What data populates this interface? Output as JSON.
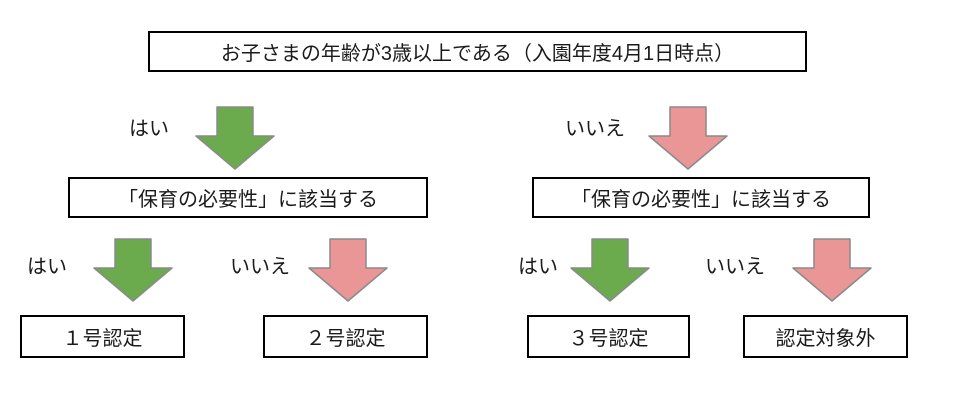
{
  "diagram": {
    "root_question": "お子さまの年齢が3歳以上である（入園年度4月1日時点）",
    "labels": {
      "yes": "はい",
      "no": "いいえ"
    },
    "level2": {
      "left_box": "「保育の必要性」に該当する",
      "right_box": "「保育の必要性」に該当する"
    },
    "outcomes": [
      "１号認定",
      "２号認定",
      "３号認定",
      "認定対象外"
    ]
  },
  "colors": {
    "yes_arrow": "#6bab4d",
    "no_arrow": "#ea9697",
    "arrow_outline": "#8a8a8a",
    "box_border": "#000000",
    "background": "#ffffff"
  }
}
